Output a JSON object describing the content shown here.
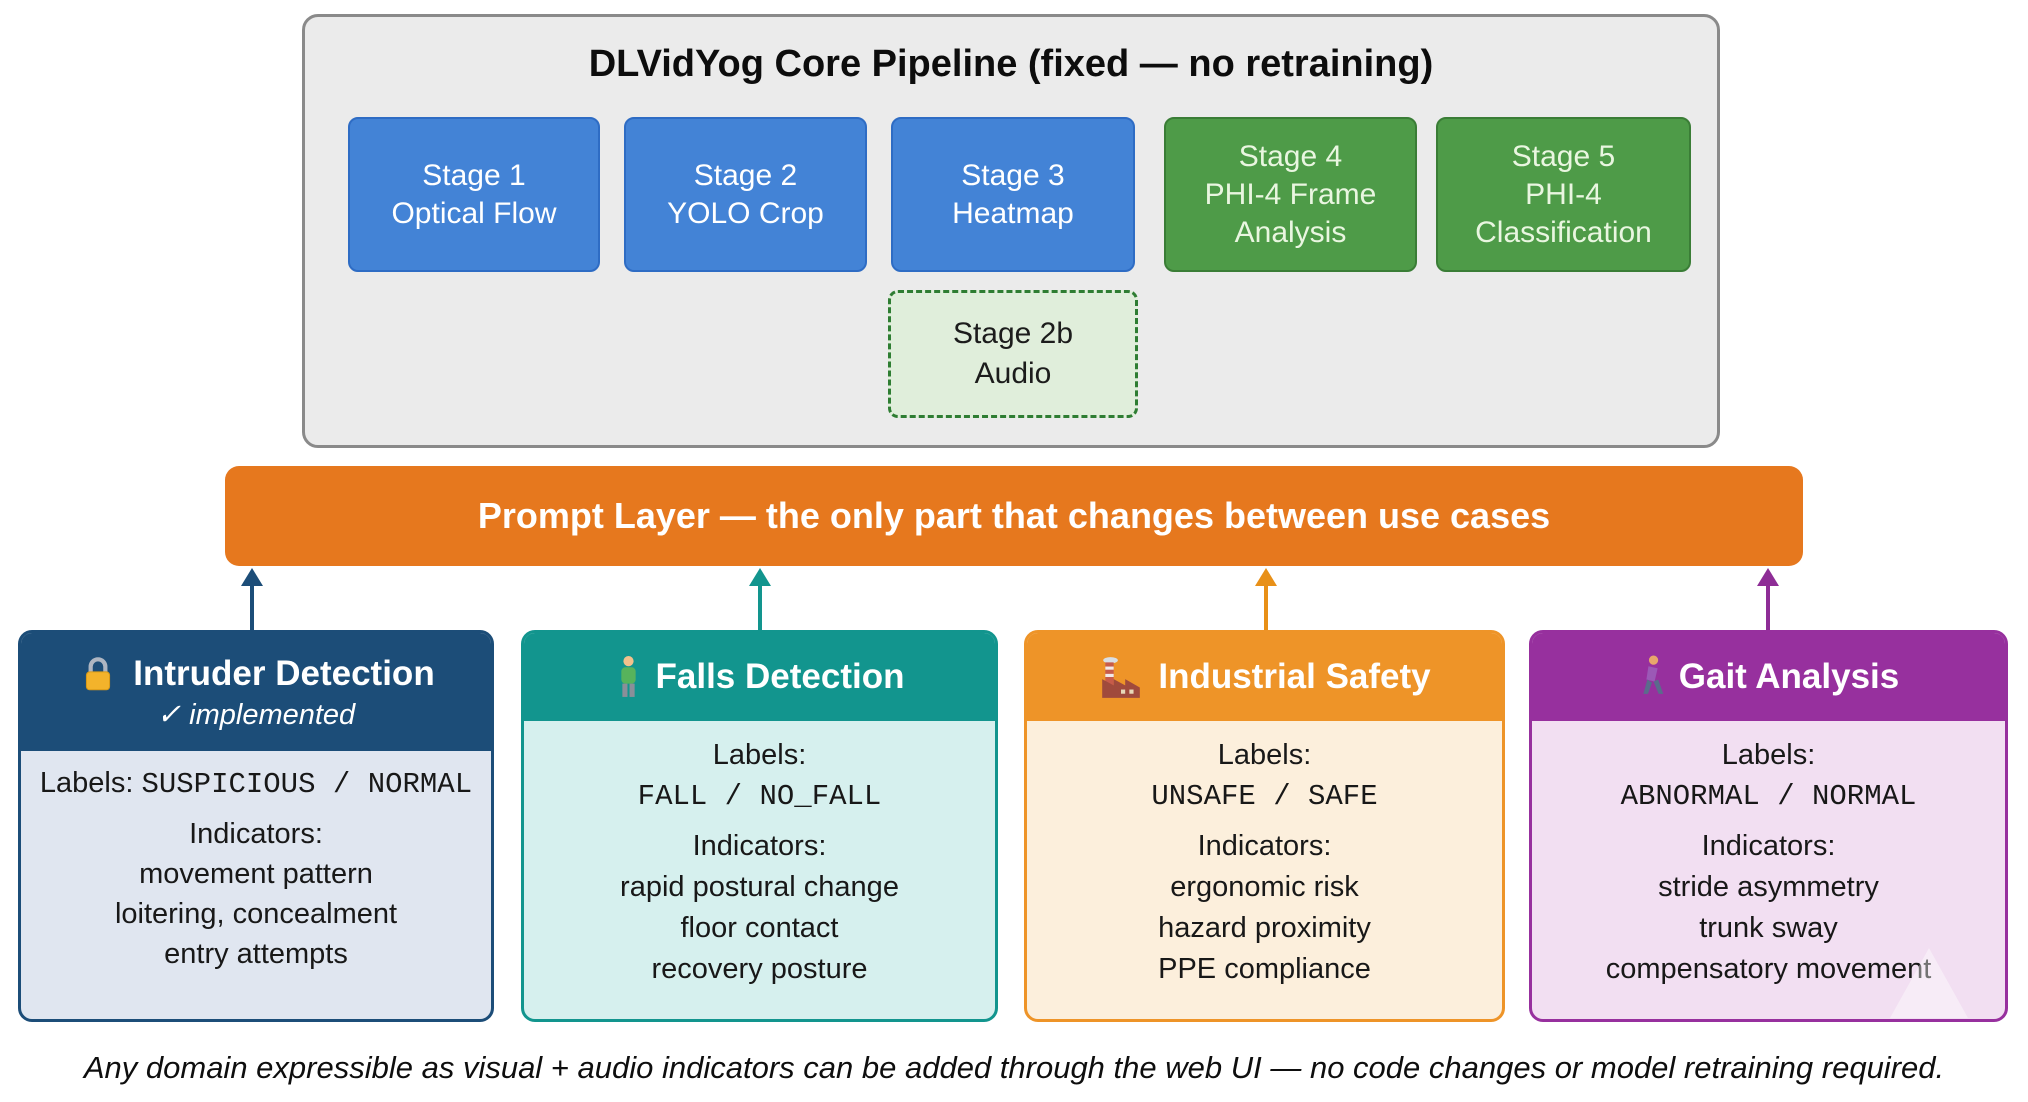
{
  "pipeline": {
    "title": "DLVidYog Core Pipeline (fixed — no retraining)",
    "stages": [
      {
        "lines": [
          "Stage 1",
          "Optical Flow"
        ]
      },
      {
        "lines": [
          "Stage 2",
          "YOLO Crop"
        ]
      },
      {
        "lines": [
          "Stage 3",
          "Heatmap"
        ]
      },
      {
        "lines": [
          "Stage 4",
          "PHI-4 Frame",
          "Analysis"
        ]
      },
      {
        "lines": [
          "Stage 5",
          "PHI-4",
          "Classification"
        ]
      }
    ],
    "audio_stage": {
      "lines": [
        "Stage 2b",
        "Audio"
      ]
    }
  },
  "prompt_layer": {
    "label": "Prompt Layer — the only part that changes between use cases"
  },
  "use_cases": [
    {
      "title": "Intruder Detection",
      "icon": "lock-icon",
      "status": "✓ implemented",
      "labels_line": "Labels:",
      "labels_value": "SUSPICIOUS / NORMAL",
      "indicators_heading": "Indicators:",
      "indicators": [
        "movement pattern",
        "loitering, concealment",
        "entry attempts"
      ],
      "accent": "#1c4d78",
      "body_bg": "#e0e6f0",
      "arrow_color": "#1c4d78"
    },
    {
      "title": "Falls Detection",
      "icon": "person-standing-icon",
      "labels_line": "Labels:",
      "labels_value": "FALL / NO_FALL",
      "indicators_heading": "Indicators:",
      "indicators": [
        "rapid postural change",
        "floor contact",
        "recovery posture"
      ],
      "accent": "#12958e",
      "body_bg": "#d6f0ee",
      "arrow_color": "#12958e"
    },
    {
      "title": "Industrial Safety",
      "icon": "factory-icon",
      "labels_line": "Labels:",
      "labels_value": "UNSAFE / SAFE",
      "indicators_heading": "Indicators:",
      "indicators": [
        "ergonomic risk",
        "hazard proximity",
        "PPE compliance"
      ],
      "accent": "#ee9428",
      "body_bg": "#fcefdc",
      "arrow_color": "#e89018"
    },
    {
      "title": "Gait Analysis",
      "icon": "person-walking-icon",
      "labels_line": "Labels:",
      "labels_value": "ABNORMAL / NORMAL",
      "indicators_heading": "Indicators:",
      "indicators": [
        "stride asymmetry",
        "trunk sway",
        "compensatory movement"
      ],
      "accent": "#97309e",
      "body_bg": "#f2dff2",
      "arrow_color": "#8e2d96"
    }
  ],
  "footnote": "Any domain expressible as visual + audio indicators can be added through the web UI — no code changes or model retraining required.",
  "colors": {
    "panel_bg": "#ebebeb",
    "panel_border": "#8a8a8a",
    "stage_blue_bg": "#4383d6",
    "stage_blue_border": "#2e6cc4",
    "stage_blue_text": "#ffffff",
    "stage_green_bg": "#4e9b48",
    "stage_green_border": "#3a7d36",
    "stage_green_text": "#e9f6e0",
    "audio_bg": "#e0eedb",
    "audio_border": "#2e7d32",
    "prompt_bar_bg": "#e6781e"
  }
}
